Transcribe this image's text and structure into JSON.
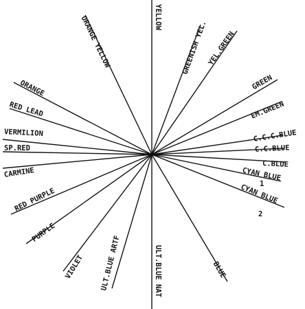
{
  "colors": {
    "ink": "#111111",
    "paper": "#ffffff"
  },
  "labels": {
    "yellow": "YELLOW",
    "greenish_yel": "GREENISH YEL.",
    "yel_green": "YEL.GREEN",
    "green": "GREEN",
    "em_green": "EM.GREEN",
    "ccc_blue": "C.C.C.BLUE",
    "cc_blue": "C.C.BLUE",
    "c_blue": "C.BLUE",
    "cyan_blue_1_text": "CYAN BLUE",
    "cyan_blue_1_num": "1",
    "cyan_blue_2_text": "CYAN BLUE",
    "cyan_blue_2_num": "2",
    "blue": "BLUE",
    "ult_blue_nat": "ULT.BLUE NAT",
    "ult_blue_artf": "ULT.BLUE ARTF",
    "violet": "VIOLET",
    "purple": "PURPLE",
    "red_purple": "RED PURPLE",
    "carmine": "CARMINE",
    "sp_red": "SP.RED",
    "vermilion": "VERMILION",
    "red_lead": "RED LEAD",
    "orange": "ORANGE",
    "orange_yellow": "ORANGE YELLOW"
  }
}
